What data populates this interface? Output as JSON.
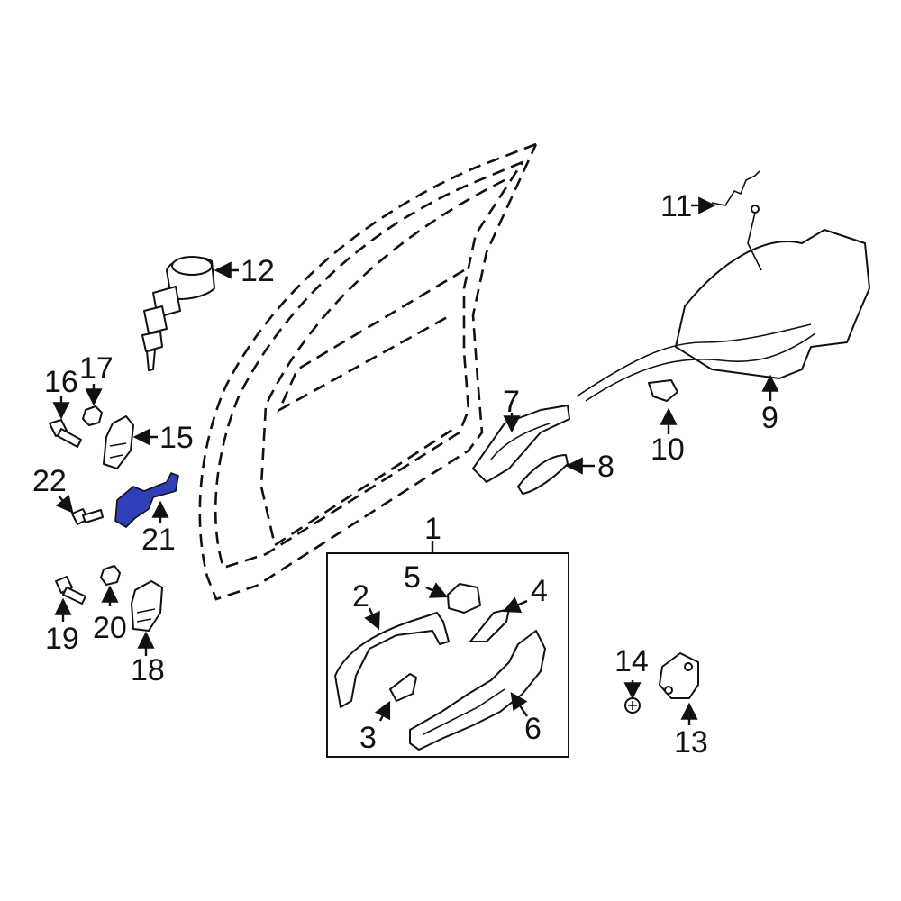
{
  "highlight_color": "#2e3fb7",
  "callouts": {
    "c1": "1",
    "c2": "2",
    "c3": "3",
    "c4": "4",
    "c5": "5",
    "c6": "6",
    "c7": "7",
    "c8": "8",
    "c9": "9",
    "c10": "10",
    "c11": "11",
    "c12": "12",
    "c13": "13",
    "c14": "14",
    "c15": "15",
    "c16": "16",
    "c17": "17",
    "c18": "18",
    "c19": "19",
    "c20": "20",
    "c21": "21",
    "c22": "22"
  }
}
